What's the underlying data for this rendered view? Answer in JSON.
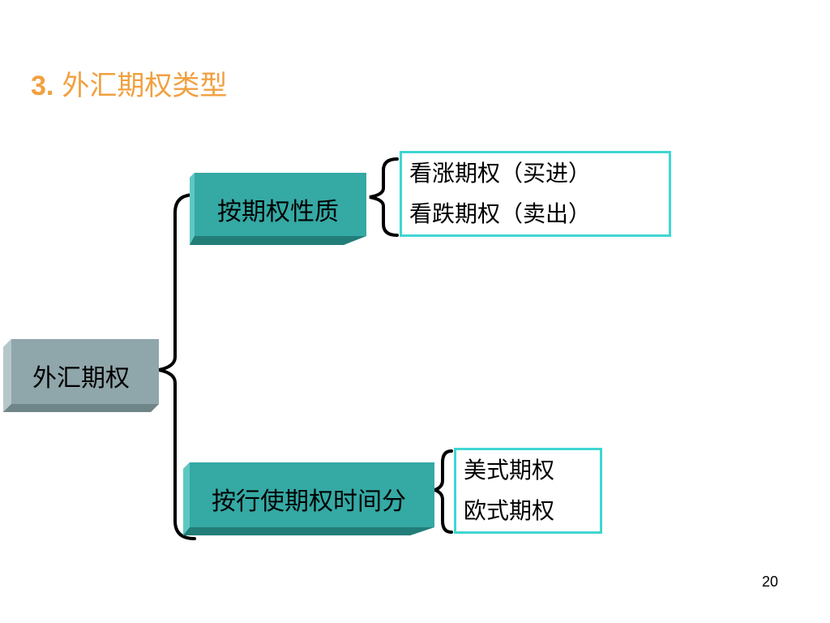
{
  "slide": {
    "title_number": "3.",
    "title_text": "外汇期权类型",
    "page_number": "20"
  },
  "diagram": {
    "root": {
      "label": "外汇期权"
    },
    "categories": [
      {
        "label": "按期权性质",
        "items": [
          "看涨期权（买进）",
          "看跌期权（卖出）"
        ]
      },
      {
        "label": "按行使期权时间分",
        "items": [
          "美式期权",
          "欧式期权"
        ]
      }
    ]
  },
  "colors": {
    "title": "#f0a040",
    "root_fill": "#8fa6aa",
    "category_fill": "#35a9a4",
    "leaf_border": "#40d6d2",
    "bracket": "#000000"
  }
}
